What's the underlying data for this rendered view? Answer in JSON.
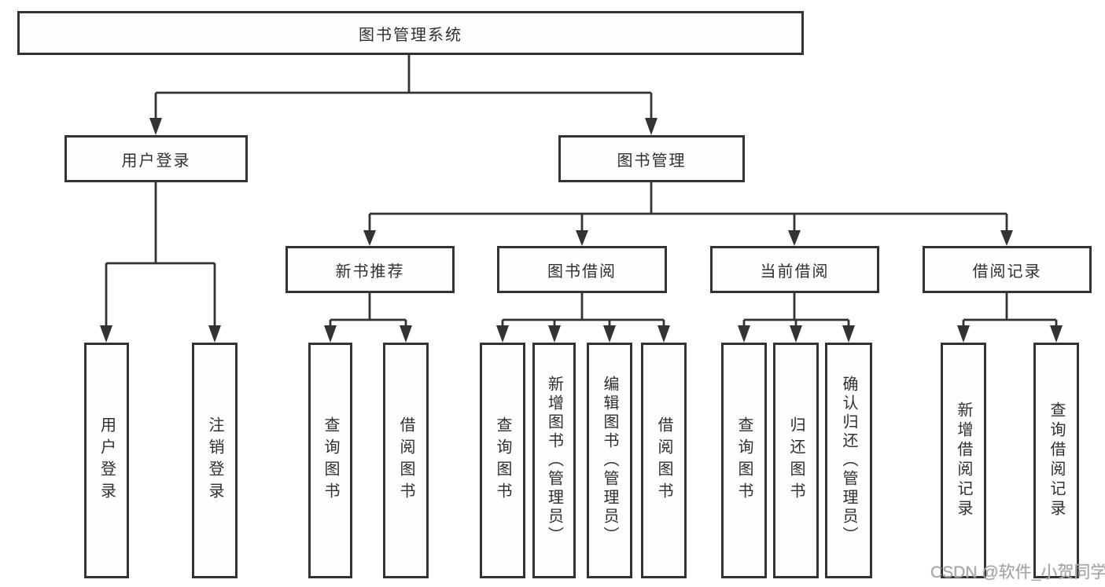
{
  "diagram": {
    "root": "图书管理系统",
    "level2": [
      "用户登录",
      "图书管理"
    ],
    "level3": [
      "新书推荐",
      "图书借阅",
      "当前借阅",
      "借阅记录"
    ],
    "leaves": [
      "用户登录",
      "注销登录",
      "查询图书",
      "借阅图书",
      "查询图书",
      "新增图书（管理员）",
      "编辑图书（管理员）",
      "借阅图书",
      "查询图书",
      "归还图书",
      "确认归还（管理员）",
      "新增借阅记录",
      "查询借阅记录"
    ]
  },
  "watermark": "CSDN @软件_小贺同学",
  "colors": {
    "line": "#333333",
    "text": "#2f2f2f",
    "background": "#ffffff",
    "watermark": "#a6a6a6"
  }
}
